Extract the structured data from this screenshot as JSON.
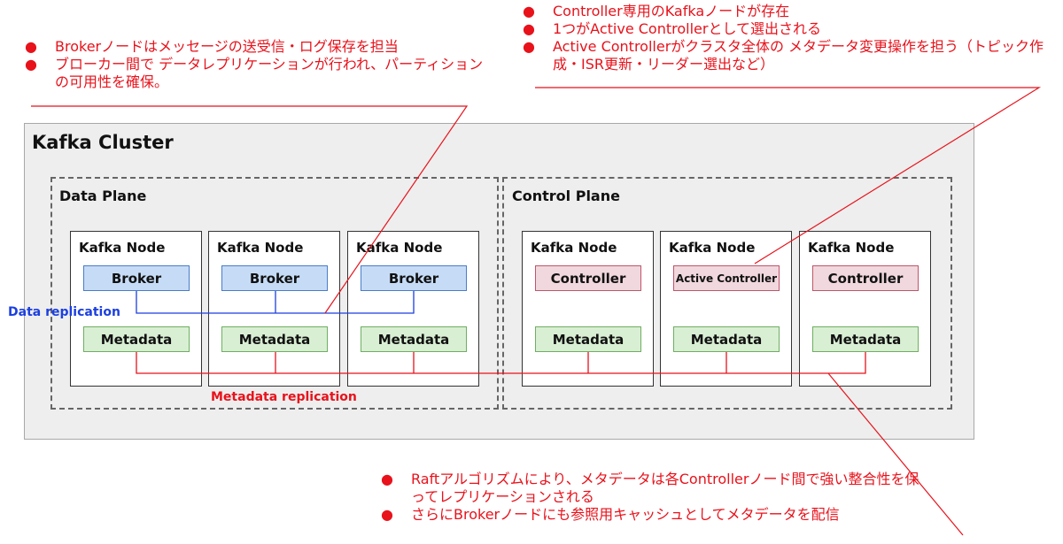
{
  "cluster": {
    "title": "Kafka Cluster"
  },
  "data_plane": {
    "title": "Data Plane",
    "nodes": [
      {
        "title": "Kafka Node",
        "role": "Broker",
        "metadata": "Metadata"
      },
      {
        "title": "Kafka Node",
        "role": "Broker",
        "metadata": "Metadata"
      },
      {
        "title": "Kafka Node",
        "role": "Broker",
        "metadata": "Metadata"
      }
    ]
  },
  "control_plane": {
    "title": "Control Plane",
    "nodes": [
      {
        "title": "Kafka Node",
        "role": "Controller",
        "metadata": "Metadata"
      },
      {
        "title": "Kafka Node",
        "role": "Active Controller",
        "metadata": "Metadata"
      },
      {
        "title": "Kafka Node",
        "role": "Controller",
        "metadata": "Metadata"
      }
    ]
  },
  "labels": {
    "data_replication": "Data replication",
    "metadata_replication": "Metadata replication"
  },
  "notes": {
    "broker": [
      "Brokerノードはメッセージの送受信・ログ保存を担当",
      "ブローカー間で データレプリケーションが行われ、パーティションの可用性を確保。"
    ],
    "controller": [
      "Controller専用のKafkaノードが存在",
      "1つがActive Controllerとして選出される",
      "Active Controllerがクラスタ全体の メタデータ変更操作を担う（トピック作成・ISR更新・リーダー選出など）"
    ],
    "raft": [
      "Raftアルゴリズムにより、メタデータは各Controllerノード間で強い整合性を保ってレプリケーションされる",
      "さらにBrokerノードにも参照用キャッシュとしてメタデータを配信"
    ],
    "bullet": "●"
  },
  "colors": {
    "note_red": "#e8121b",
    "broker_fill": "#c6dcf6",
    "controller_fill": "#f0d8de",
    "metadata_fill": "#d9efd4",
    "data_line": "#1b3fe0",
    "meta_line": "#e8121b"
  }
}
